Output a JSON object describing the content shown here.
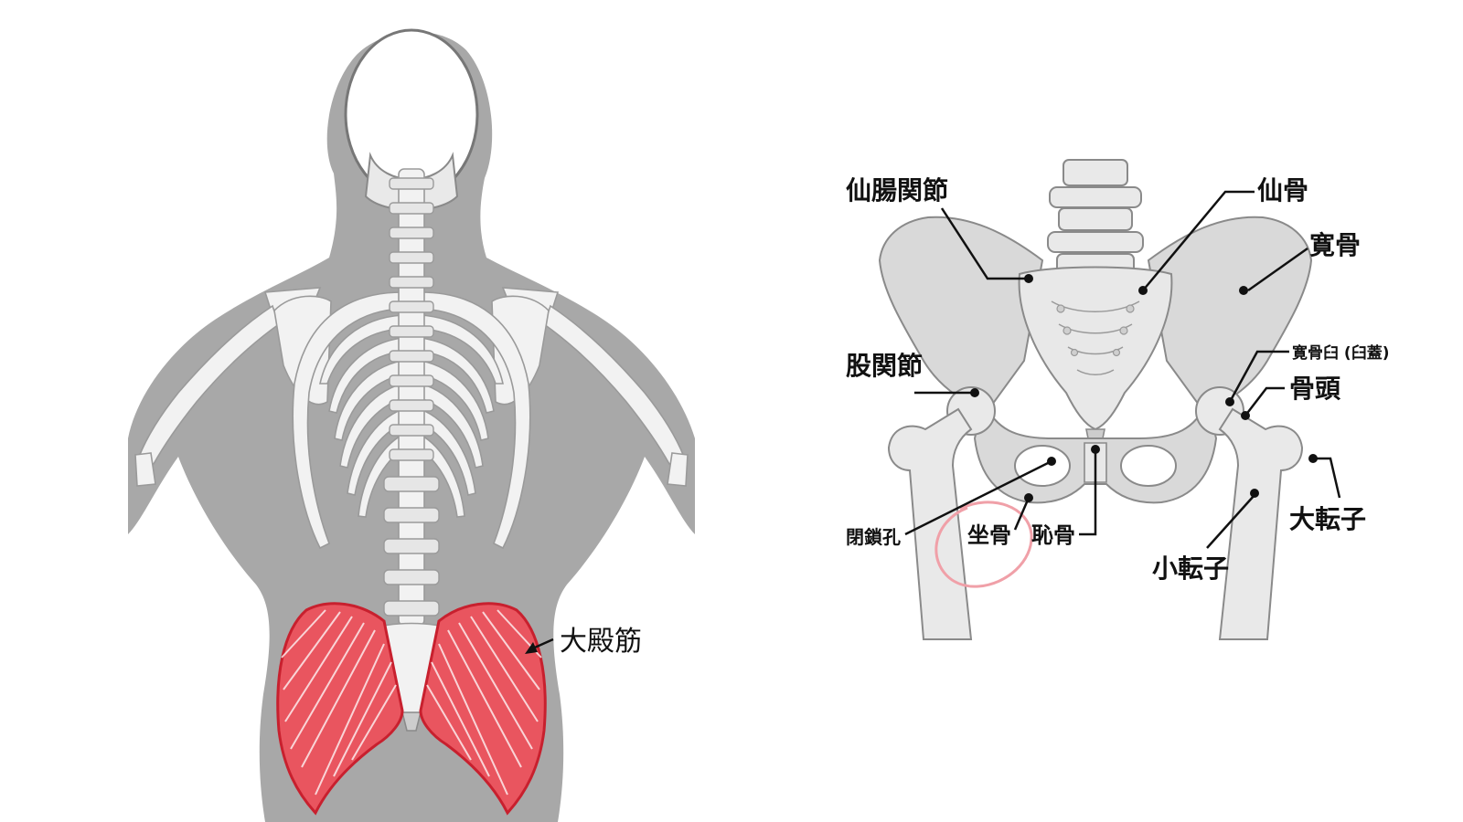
{
  "left_figure": {
    "muscle_label": "大殿筋",
    "muscle_color": "#e83c4a",
    "body_color": "#a8a8a8"
  },
  "right_figure": {
    "labels": {
      "sacroiliac_joint": "仙腸関節",
      "sacrum": "仙骨",
      "ilium": "寛骨",
      "acetabulum": "寛骨臼 (臼蓋)",
      "hip_joint": "股関節",
      "femoral_head": "骨頭",
      "obturator_foramen": "閉鎖孔",
      "ischium": "坐骨",
      "pubis": "恥骨",
      "lesser_trochanter": "小転子",
      "greater_trochanter": "大転子"
    },
    "highlight_circle_color": "#f0a0a8"
  }
}
